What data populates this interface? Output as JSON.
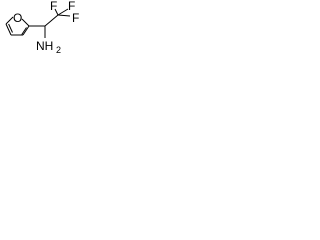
{
  "molecule": {
    "ring_heteroatom": "O",
    "fluorine_top_left": "F",
    "fluorine_top_right": "F",
    "fluorine_right": "F",
    "amine": "NH",
    "amine_subscript": "2",
    "bond_color": "#000000"
  }
}
